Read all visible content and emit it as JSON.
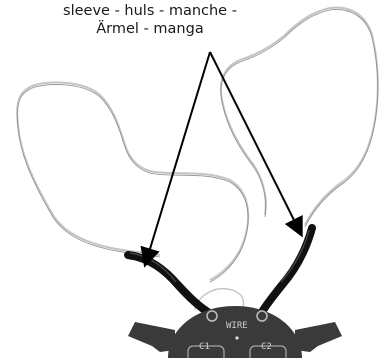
{
  "caption": {
    "line1": "sleeve - huls - manche -",
    "line2": "Ärmel - manga"
  },
  "pcb": {
    "label_wire": "WIRE",
    "label_c1": "C1",
    "label_c2": "C2"
  },
  "colors": {
    "wire": "#b8b8b8",
    "sleeve": "#111111",
    "arrow": "#000000",
    "pcb": "#3a3a3a"
  }
}
